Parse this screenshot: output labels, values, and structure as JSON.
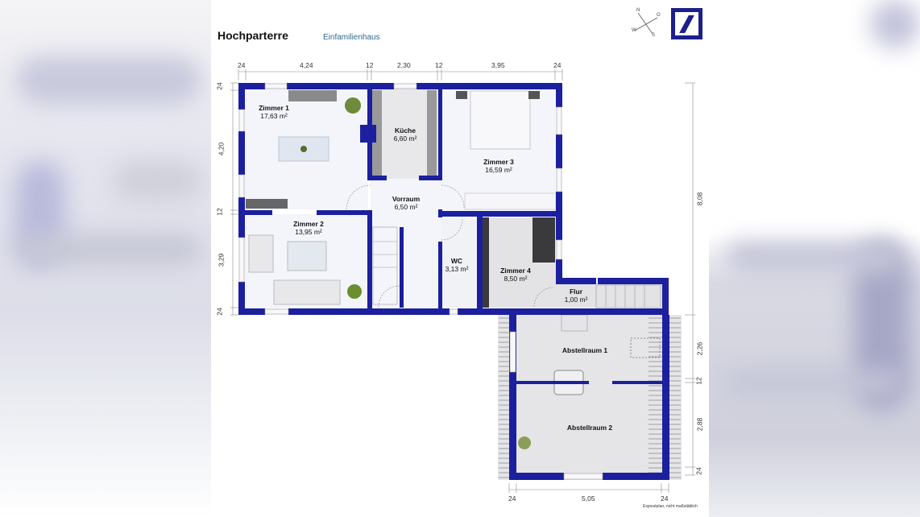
{
  "header": {
    "title": "Hochparterre",
    "subtitle": "Einfamilienhaus"
  },
  "compass": {
    "north": "N",
    "east": "O",
    "south": "S",
    "west": "W"
  },
  "brand": {
    "logo": "slash-square-logo",
    "color": "#1c1f8c"
  },
  "colors": {
    "wall": "#1c1f9e",
    "floor_light": "#f3f5fa",
    "floor_grey": "#e2e2e4",
    "dimension_text": "#333333",
    "subtitle": "#2f6a8d"
  },
  "dimensions": {
    "top": [
      "24",
      "4,24",
      "12",
      "2,30",
      "12",
      "3,95",
      "24"
    ],
    "left": [
      "24",
      "4,20",
      "12",
      "3,29",
      "24"
    ],
    "right_overall": "8,08",
    "right_lower": [
      "2,26",
      "12",
      "2,88",
      "24"
    ],
    "bottom": [
      "24",
      "5,05",
      "24"
    ]
  },
  "rooms": [
    {
      "name": "Zimmer 1",
      "area": "17,63 m²"
    },
    {
      "name": "Küche",
      "area": "6,60 m²"
    },
    {
      "name": "Zimmer 3",
      "area": "16,59 m²"
    },
    {
      "name": "Vorraum",
      "area": "6,50 m²"
    },
    {
      "name": "Zimmer 2",
      "area": "13,95 m²"
    },
    {
      "name": "WC",
      "area": "3,13 m²"
    },
    {
      "name": "Zimmer 4",
      "area": "8,50 m²"
    },
    {
      "name": "Flur",
      "area": "1,00 m²"
    },
    {
      "name": "Abstellraum 1",
      "area": ""
    },
    {
      "name": "Abstellraum 2",
      "area": ""
    }
  ],
  "footnote": "Exposéplan, nicht maßstäblich"
}
